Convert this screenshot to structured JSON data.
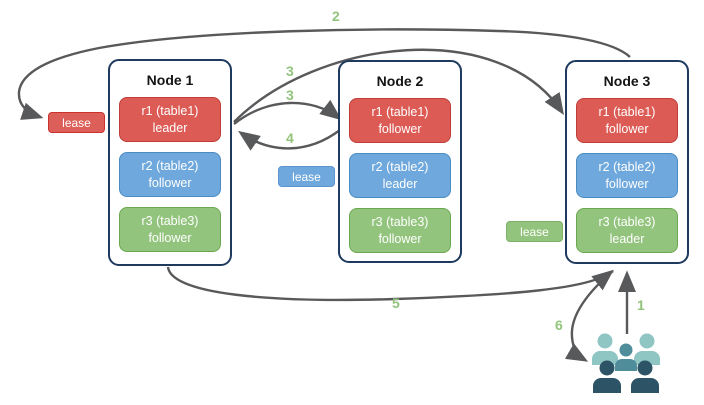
{
  "diagram_title": "",
  "nodes": [
    {
      "title": "Node 1",
      "replicas": [
        {
          "name": "r1 (table1)",
          "role": "leader",
          "color": "red"
        },
        {
          "name": "r2 (table2)",
          "role": "follower",
          "color": "blue"
        },
        {
          "name": "r3 (table3)",
          "role": "follower",
          "color": "green"
        }
      ]
    },
    {
      "title": "Node 2",
      "replicas": [
        {
          "name": "r1 (table1)",
          "role": "follower",
          "color": "red"
        },
        {
          "name": "r2 (table2)",
          "role": "leader",
          "color": "blue"
        },
        {
          "name": "r3 (table3)",
          "role": "follower",
          "color": "green"
        }
      ]
    },
    {
      "title": "Node 3",
      "replicas": [
        {
          "name": "r1 (table1)",
          "role": "follower",
          "color": "red"
        },
        {
          "name": "r2 (table2)",
          "role": "follower",
          "color": "blue"
        },
        {
          "name": "r3 (table3)",
          "role": "leader",
          "color": "green"
        }
      ]
    }
  ],
  "leases": {
    "red": {
      "label": "lease"
    },
    "blue": {
      "label": "lease"
    },
    "green": {
      "label": "lease"
    }
  },
  "steps": {
    "s1": "1",
    "s2": "2",
    "s3a": "3",
    "s3b": "3",
    "s4": "4",
    "s5": "5",
    "s6": "6"
  },
  "arrows": [
    {
      "step": "1",
      "from": "users",
      "to": "Node 3 bottom"
    },
    {
      "step": "2",
      "from": "Node 3 top",
      "to": "red lease (Node 1 r1 leader)"
    },
    {
      "step": "3",
      "from": "Node 1 r1 leader",
      "to": "Node 3 r1 follower"
    },
    {
      "step": "3",
      "from": "Node 1 r1 leader",
      "to": "Node 2 r1 follower"
    },
    {
      "step": "4",
      "from": "Node 2 r1 follower",
      "to": "Node 1 r1 leader"
    },
    {
      "step": "5",
      "from": "Node 1 bottom",
      "to": "Node 3 bottom"
    },
    {
      "step": "6",
      "from": "Node 3 bottom",
      "to": "users"
    }
  ],
  "icons": {
    "users": "users-group-icon",
    "arrowhead": "arrowhead-icon"
  },
  "colors": {
    "red_fill": "#dc5b55",
    "red_border": "#bf3e39",
    "blue_fill": "#6fa8dc",
    "blue_border": "#4a8bc2",
    "green_fill": "#93c47d",
    "green_border": "#6aa84f",
    "node_border": "#1f3a5f",
    "arrow": "#58595b",
    "step_label": "#93c47d",
    "users_light": "#8fc5c3",
    "users_mid": "#4f8d9b",
    "users_dark": "#2d5466"
  }
}
